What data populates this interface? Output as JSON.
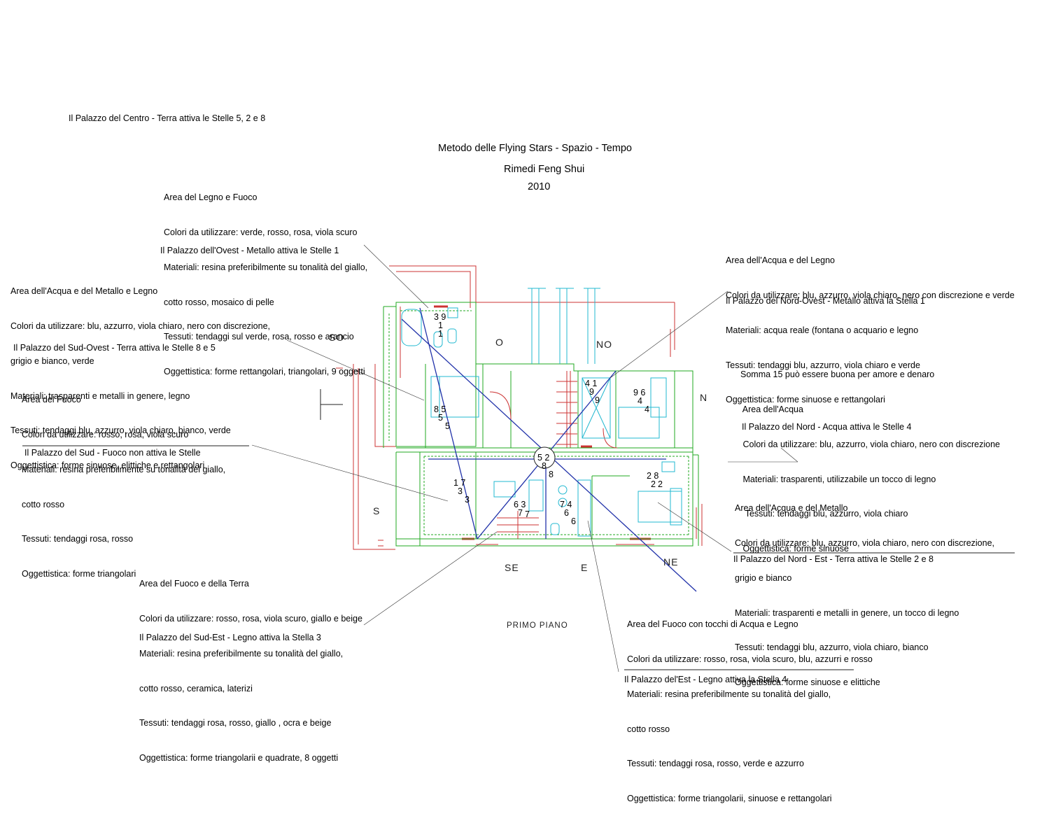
{
  "center_palace": "Il Palazzo del Centro - Terra attiva le Stelle 5, 2 e 8",
  "title": "Metodo delle Flying Stars - Spazio - Tempo",
  "subtitle": "Rimedi Feng Shui",
  "year": "2010",
  "floor_label": "PRIMO  PIANO",
  "directions": {
    "so": "SO",
    "o": "O",
    "no": "NO",
    "n": "N",
    "s": "S",
    "se": "SE",
    "e": "E",
    "ne": "NE"
  },
  "blocks": {
    "ovest": {
      "lines": [
        "Area del Legno e Fuoco",
        "Colori da utilizzare: verde, rosso, rosa, viola scuro",
        "Materiali: resina preferibilmente su tonalità del giallo,",
        "cotto rosso, mosaico di pelle",
        "Tessuti: tendaggi sul verde, rosa, rosso e arancio",
        "Oggettistica: forme rettangolari, triangolari, 9 oggetti"
      ],
      "palace": "Il Palazzo dell'Ovest - Metallo attiva le Stelle 1"
    },
    "sud_ovest": {
      "lines": [
        "Area dell'Acqua e del Metallo e Legno",
        "Colori da utilizzare: blu, azzurro, viola chiaro, nero con discrezione,",
        "grigio e bianco, verde",
        "Materiali: trasparenti e metalli in genere, legno",
        "Tessuti: tendaggi blu, azzurro, viola chiaro, bianco, verde",
        "Oggettistica: forme sinuose, elittiche e rettangolari"
      ],
      "palace": "Il Palazzo del Sud-Ovest - Terra attiva le Stelle 8 e 5"
    },
    "sud": {
      "lines": [
        "Area del Fuoco",
        "Colori da utilizzare: rosso, rosa, viola scuro",
        "Materiali: resina preferibilmente su tonalità del giallo,",
        "cotto rosso",
        "Tessuti: tendaggi rosa, rosso",
        "Oggettistica: forme triangolari"
      ],
      "palace": "Il Palazzo del Sud - Fuoco non attiva le Stelle"
    },
    "sud_est": {
      "lines": [
        "Area del Fuoco e della Terra",
        "Colori da utilizzare: rosso, rosa, viola scuro, giallo e beige",
        "Materiali: resina preferibilmente su tonalità del giallo,",
        "cotto rosso, ceramica, laterizi",
        "Tessuti: tendaggi rosa, rosso, giallo , ocra e beige",
        "Oggettistica: forme triangolarii e quadrate, 8 oggetti"
      ],
      "palace": "Il Palazzo del Sud-Est - Legno attiva la Stella 3"
    },
    "nord_ovest": {
      "lines": [
        "Area dell'Acqua e del Legno",
        "Colori da utilizzare: blu, azzurro, viola chiaro, nero con discrezione e verde",
        "Materiali: acqua reale (fontana o acquario e legno",
        "Tessuti: tendaggi blu, azzurro, viola chiaro e verde",
        "Oggettistica: forme sinuose e rettangolari"
      ],
      "palace": "Il Palazzo del Nord-Ovest - Metallo attiva la Stella 1"
    },
    "nord": {
      "lines": [
        "Somma 15 può essere buona per amore e denaro",
        " Area dell'Acqua",
        " Colori da utilizzare: blu, azzurro, viola chiaro, nero con discrezione",
        " Materiali: trasparenti, utilizzabile un tocco di legno",
        "  Tessuti: tendaggi blu, azzurro, viola chiaro",
        " Oggettistica: forme sinuose"
      ],
      "palace": "Il Palazzo del Nord - Acqua attiva le Stelle 4"
    },
    "nord_est": {
      "lines": [
        "Area dell'Acqua e del Metallo",
        "Colori da utilizzare: blu, azzurro, viola chiaro, nero con discrezione,",
        "grigio e bianco",
        "Materiali: trasparenti e metalli in genere, un tocco di legno",
        "Tessuti: tendaggi blu, azzurro, viola chiaro, bianco",
        "Oggettistica: forme sinuose e elittiche"
      ],
      "palace": "Il Palazzo del Nord - Est - Terra attiva le Stelle 2 e 8"
    },
    "est": {
      "lines": [
        "Area del Fuoco con tocchi di Acqua e Legno",
        "Colori da utilizzare: rosso, rosa, viola scuro, blu, azzurri e rosso",
        "Materiali: resina preferibilmente su tonalità del giallo,",
        "cotto rosso",
        "Tessuti: tendaggi rosa, rosso, verde e azzurro",
        "Oggettistica: forme triangolarii, sinuose e rettangolari"
      ],
      "palace": "Il Palazzo del'Est - Legno attiva la Stella 4"
    }
  },
  "stars": {
    "ovest": {
      "l1": "3 9",
      "l2": "1",
      "l3": "1"
    },
    "sud_ovest": {
      "l1": "8 5",
      "l2": "5",
      "l3": "5"
    },
    "nord_ovest": {
      "l1": "4 1",
      "l2": "9",
      "l3": "9"
    },
    "nord": {
      "l1": "9 6",
      "l2": "4",
      "l3": "4"
    },
    "centro": {
      "l1": "5 2",
      "l2": "8",
      "l3": "8"
    },
    "sud": {
      "l1": "1 7",
      "l2": "3",
      "l3": "3"
    },
    "sud_est": {
      "l1": "6 3",
      "l2": "7",
      "l3": "7"
    },
    "est": {
      "l1": "7 4",
      "l2": "6",
      "l3": "6"
    },
    "nord_est": {
      "l1": "2 8",
      "l2": "2",
      "l3": "2"
    }
  },
  "colors": {
    "walls_green": "#22aa22",
    "walls_red": "#cc3333",
    "furniture_cyan": "#22b8d0",
    "axes_blue": "#2233aa"
  }
}
